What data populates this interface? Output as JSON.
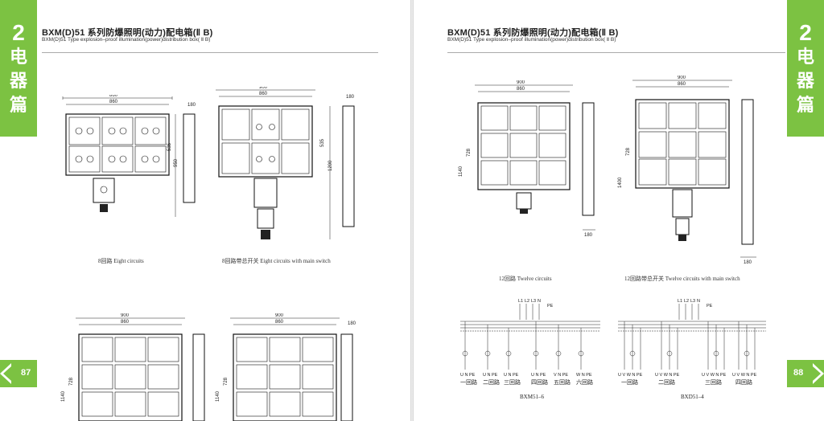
{
  "left_page": {
    "tab": {
      "number": "2",
      "chars": [
        "电",
        "器",
        "篇"
      ]
    },
    "page_number": "87",
    "title": "BXM(D)51  系列防爆照明(动力)配电箱(Ⅱ B)",
    "subtitle": "BXM(D)51  Type explosion–proof illumination(power)distribution box( Ⅱ B)",
    "captions": {
      "eight": "8回路  Eight circuits",
      "eight_switch": "8回路带总开关  Eight circuits with main switch"
    },
    "dimensions": {
      "d900": "900",
      "d860": "860",
      "d180": "180",
      "d535": "535",
      "d950": "950",
      "d1200": "1200",
      "d1140": "1140",
      "d728": "728"
    }
  },
  "right_page": {
    "tab": {
      "number": "2",
      "chars": [
        "电",
        "器",
        "篇"
      ]
    },
    "page_number": "88",
    "title": "BXM(D)51  系列防爆照明(动力)配电箱(Ⅱ B)",
    "subtitle": "BXM(D)51  Type explosion–proof illumination(power)distribution box( Ⅱ B)",
    "captions": {
      "twelve": "12回路  Twelve circuits",
      "twelve_switch": "12回路带总开关  Twelve circuits with main switch"
    },
    "dimensions": {
      "d900": "900",
      "d860": "860",
      "d180": "180",
      "d728": "728",
      "d1140": "1140",
      "d1400": "1400"
    },
    "wiring": {
      "bus": [
        "L1",
        "L2",
        "L3",
        "N"
      ],
      "pe": "PE",
      "left": {
        "terminals": [
          "U N PE",
          "U N PE",
          "U N PE",
          "U N PE",
          "V N PE",
          "W N PE"
        ],
        "circuits": [
          "一回路",
          "二回路",
          "三回路",
          "四回路",
          "五回路",
          "六回路"
        ],
        "model": "BXM51–6"
      },
      "right": {
        "terminals": [
          "U V W N PE",
          "U V W N PE",
          "U V W N PE",
          "U V W N PE"
        ],
        "circuits": [
          "一回路",
          "二回路",
          "三回路",
          "四回路"
        ],
        "model": "BXD51–4"
      }
    }
  }
}
